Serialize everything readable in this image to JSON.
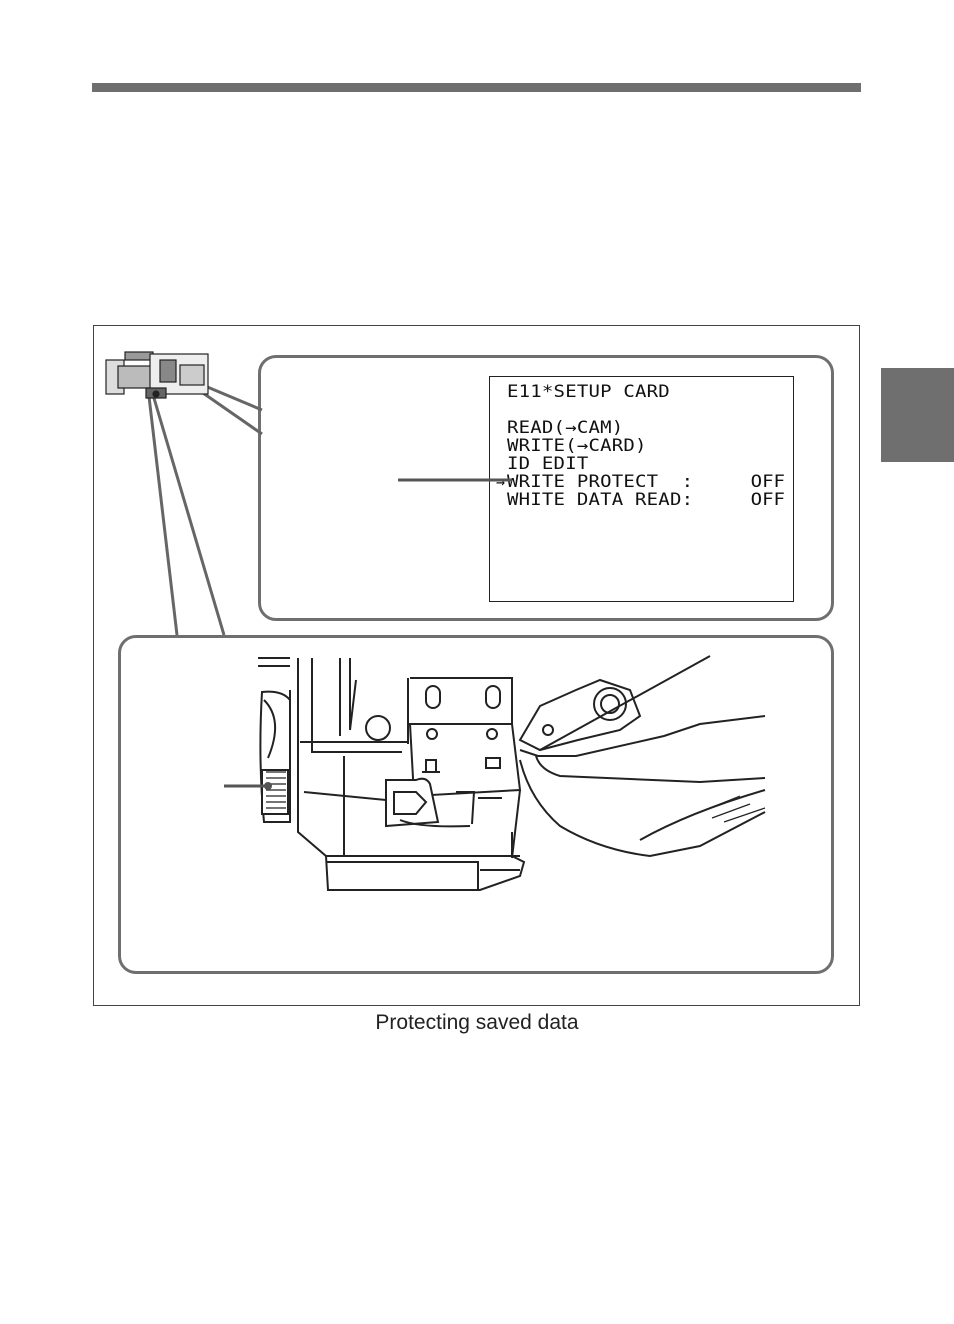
{
  "screen": {
    "title": "E11*SETUP CARD",
    "cursor_glyph": "→",
    "items": [
      {
        "label": "READ(→CAM)",
        "value": ""
      },
      {
        "label": "WRITE(→CARD)",
        "value": ""
      },
      {
        "label": "ID EDIT",
        "value": ""
      },
      {
        "label": "WRITE PROTECT  :",
        "value": "OFF"
      },
      {
        "label": "WHITE DATA READ:",
        "value": "OFF"
      }
    ]
  },
  "caption": "Protecting saved data",
  "colors": {
    "rule": "#6f6f6f",
    "panel_border": "#6f6f6f",
    "ink": "#1a1a1a"
  }
}
